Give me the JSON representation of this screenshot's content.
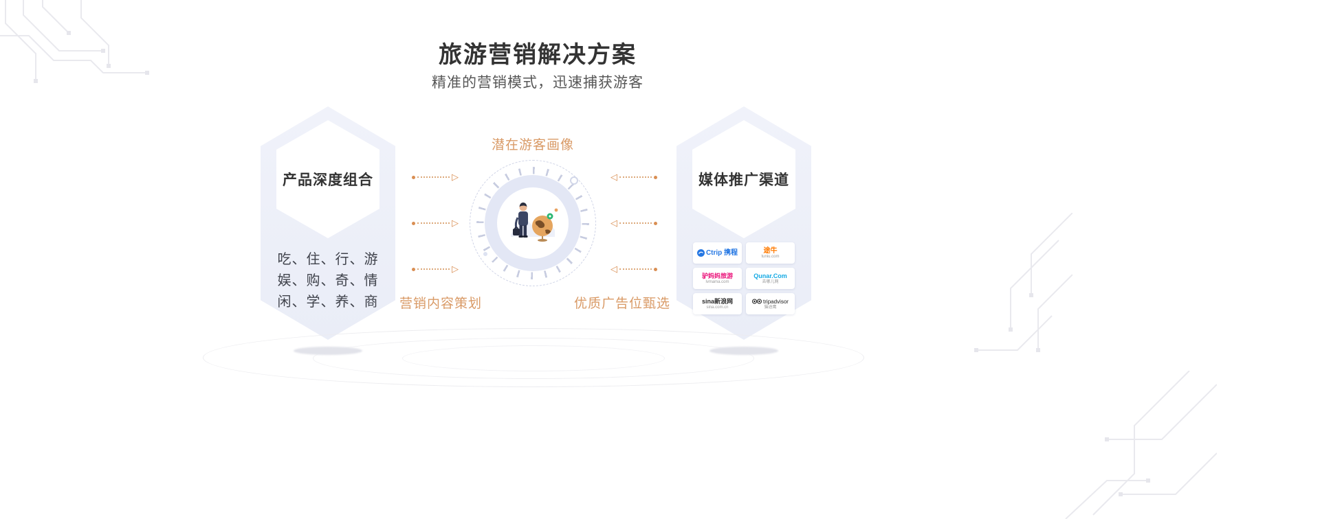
{
  "header": {
    "title": "旅游营销解决方案",
    "subtitle": "精准的营销模式，迅速捕获游客"
  },
  "left_card": {
    "title": "产品深度组合",
    "lines": [
      "吃、住、行、游",
      "娱、购、奇、情",
      "闲、学、养、商"
    ]
  },
  "right_card": {
    "title": "媒体推广渠道",
    "logos": [
      {
        "name": "ctrip",
        "text": "Ctrip 携程",
        "subtext": "",
        "color": "#2577E3"
      },
      {
        "name": "tuniu",
        "text": "途牛",
        "subtext": "tuniu.com",
        "color": "#FF7A00"
      },
      {
        "name": "lvmama",
        "text": "驴妈妈旅游",
        "subtext": "lvmama.com",
        "color": "#EA1179"
      },
      {
        "name": "qunar",
        "text": "Qunar.Com",
        "subtext": "去哪儿网",
        "color": "#14A9E3"
      },
      {
        "name": "sina",
        "text": "sina新浪网",
        "subtext": "sina.com.cn",
        "color": "#2B2B2B"
      },
      {
        "name": "tripadvisor",
        "text": "tripadvisor",
        "subtext": "猫途鹰",
        "color": "#1A1A1A"
      }
    ]
  },
  "diagram": {
    "top_label": "潜在游客画像",
    "bottom_left_label": "营销内容策划",
    "bottom_right_label": "优质广告位甄选",
    "arrow_right": "▷",
    "arrow_left": "◁"
  },
  "colors": {
    "accent_orange": "#D99A66",
    "hexagon_fill": "#ECEFF9",
    "ring_lavender": "#E3E7F5",
    "heading_text": "#333333"
  }
}
